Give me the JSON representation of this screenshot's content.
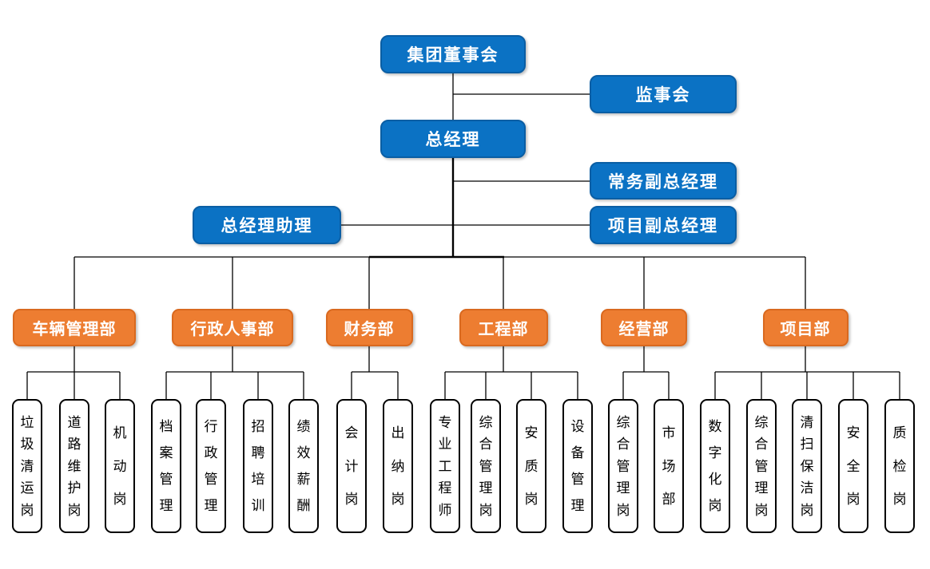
{
  "colors": {
    "blue_fill": "#0B72C4",
    "blue_border": "#0A5EA4",
    "orange_fill": "#ED7D31",
    "orange_border": "#D9691F",
    "line": "#000000",
    "leaf_fill": "#FFFFFF",
    "text_on_color": "#FFFFFF",
    "leaf_text": "#000000"
  },
  "nodes": {
    "board": "集团董事会",
    "supervisory": "监事会",
    "general_manager": "总经理",
    "executive_deputy_gm": "常务副总经理",
    "gm_assistant": "总经理助理",
    "project_deputy_gm": "项目副总经理"
  },
  "departments": [
    {
      "label": "车辆管理部",
      "children": [
        "垃圾清运岗",
        "道路维护岗",
        "机动岗"
      ]
    },
    {
      "label": "行政人事部",
      "children": [
        "档案管理",
        "行政管理",
        "招聘培训",
        "绩效薪酬"
      ]
    },
    {
      "label": "财务部",
      "children": [
        "会计岗",
        "出纳岗"
      ]
    },
    {
      "label": "工程部",
      "children": [
        "专业工程师",
        "综合管理岗",
        "安质岗",
        "设备管理"
      ]
    },
    {
      "label": "经营部",
      "children": [
        "综合管理岗",
        "市场部"
      ]
    },
    {
      "label": "项目部",
      "children": [
        "数字化岗",
        "综合管理岗",
        "清扫保洁岗",
        "安全岗",
        "质检岗"
      ]
    }
  ]
}
